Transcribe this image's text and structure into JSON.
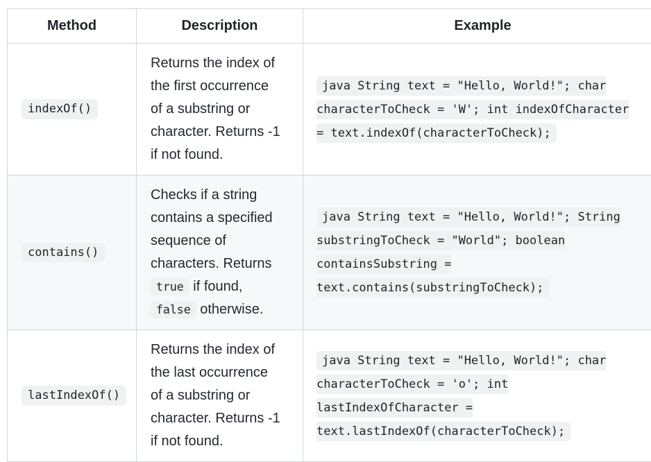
{
  "colors": {
    "border": "#d0d7de",
    "row_stripe": "#f6f8fa",
    "code_background": "#eff1f3",
    "text": "#24292f",
    "heading_text": "#1f2328"
  },
  "table": {
    "headers": [
      {
        "label": "Method"
      },
      {
        "label": "Description"
      },
      {
        "label": "Example"
      }
    ],
    "rows": [
      {
        "method": "indexOf()",
        "description": [
          {
            "type": "text",
            "value": "Returns the index of the first occurrence of a substring or character. Returns -1 if not found."
          }
        ],
        "example": "java String text = \"Hello, World!\"; char characterToCheck = 'W'; int indexOfCharacter = text.indexOf(characterToCheck);"
      },
      {
        "method": "contains()",
        "description": [
          {
            "type": "text",
            "value": "Checks if a string contains a specified sequence of characters. Returns "
          },
          {
            "type": "code",
            "value": "true"
          },
          {
            "type": "text",
            "value": " if found, "
          },
          {
            "type": "code",
            "value": "false"
          },
          {
            "type": "text",
            "value": " otherwise."
          }
        ],
        "example": "java String text = \"Hello, World!\"; String substringToCheck = \"World\"; boolean containsSubstring = text.contains(substringToCheck);"
      },
      {
        "method": "lastIndexOf()",
        "description": [
          {
            "type": "text",
            "value": "Returns the index of the last occurrence of a substring or character. Returns -1 if not found."
          }
        ],
        "example": "java String text = \"Hello, World!\"; char characterToCheck = 'o'; int lastIndexOfCharacter = text.lastIndexOf(characterToCheck);"
      }
    ]
  }
}
